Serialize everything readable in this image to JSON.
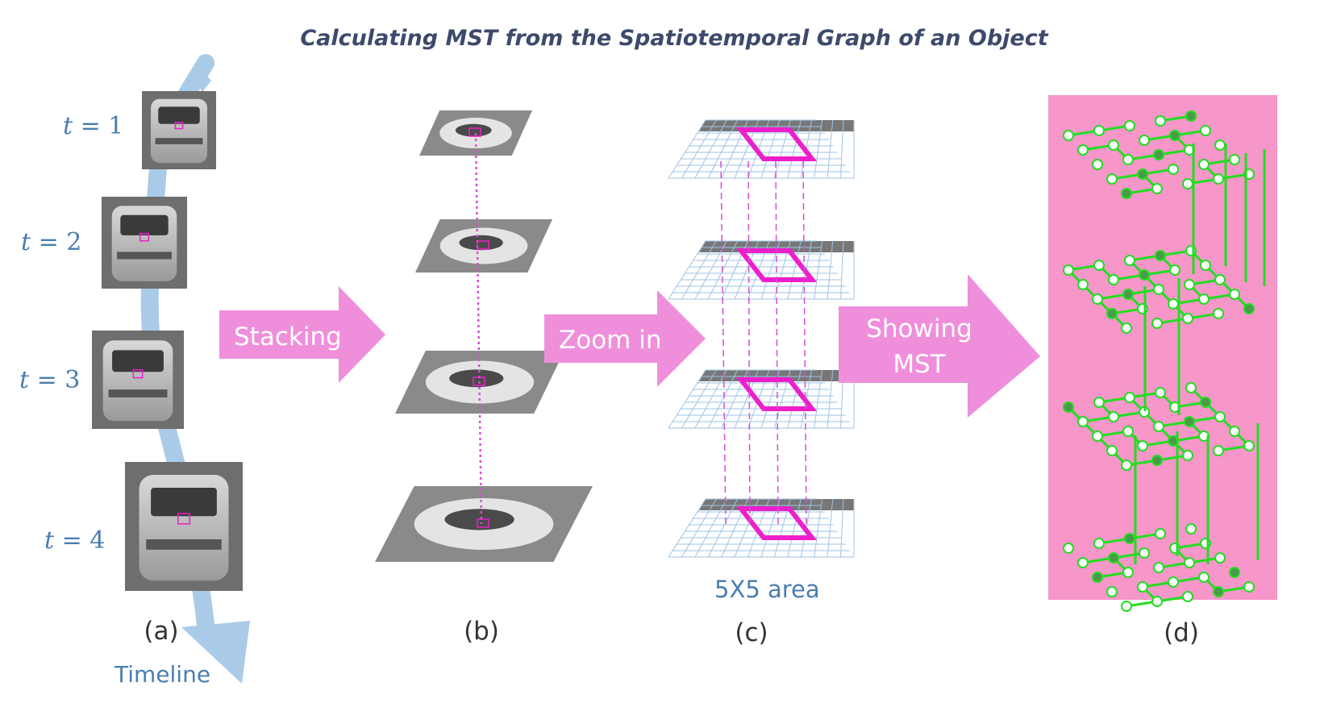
{
  "title": "Calculating MST from the Spatiotemporal Graph of an Object",
  "frames": [
    {
      "var": "t",
      "eq": " = 1"
    },
    {
      "var": "t",
      "eq": " = 2"
    },
    {
      "var": "t",
      "eq": " = 3"
    },
    {
      "var": "t",
      "eq": " = 4"
    }
  ],
  "timeline_label": "Timeline",
  "arrows": {
    "stacking": "Stacking",
    "zoom": "Zoom in",
    "showing_line1": "Showing",
    "showing_line2": "MST"
  },
  "area_label": "5X5 area",
  "panel_labels": {
    "a": "(a)",
    "b": "(b)",
    "c": "(c)",
    "d": "(d)"
  },
  "colors": {
    "title": "#3d4a6b",
    "label_blue": "#4a7eb0",
    "timeline_arrow": "#a9cbe8",
    "arrow_pink": "#ef8fdb",
    "highlight_magenta": "#ee1ecb",
    "mst_background": "#f796c8",
    "mst_green": "#22dd22",
    "grid_line": "#9ec3e6"
  },
  "icons": [
    "car-image",
    "grid-layer",
    "mst-graph"
  ]
}
